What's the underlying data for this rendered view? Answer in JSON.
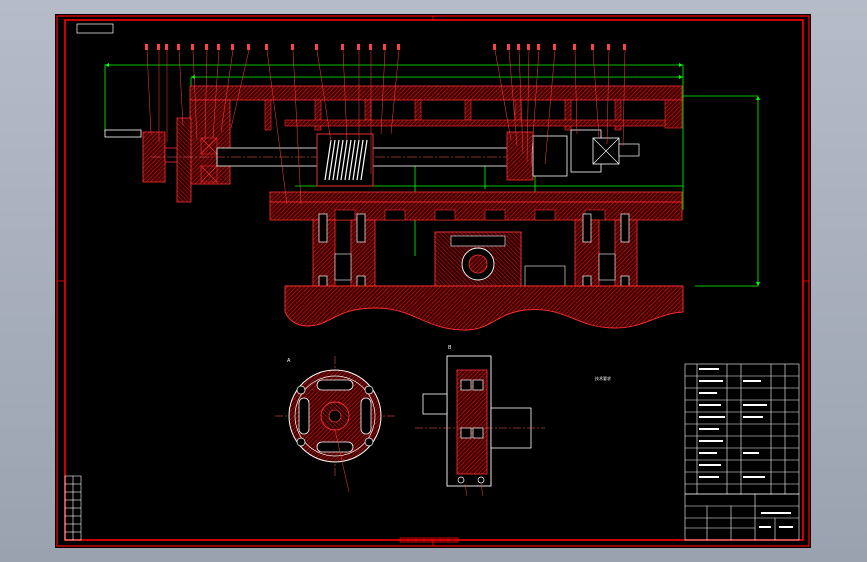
{
  "drawing": {
    "background": "#000000",
    "frame_color": "#ff0000",
    "part_line_color": "#ff2020",
    "hatch_color": "#c00000",
    "dimension_color": "#00ff00",
    "leader_color": "#ff4040",
    "text_color": "#ffffff",
    "title_block_color": "#ffffff",
    "views": {
      "main": {
        "label": ""
      },
      "section_a": {
        "label": "A"
      },
      "section_b": {
        "label": "B"
      }
    },
    "notes": {
      "heading": "技术要求",
      "lines": [
        "",
        "",
        "",
        "",
        ""
      ]
    },
    "title_block": {
      "rows": [
        [
          "",
          "",
          "",
          ""
        ],
        [
          "",
          "",
          "",
          ""
        ],
        [
          "",
          "",
          "",
          ""
        ],
        [
          "",
          "",
          "",
          ""
        ]
      ]
    }
  }
}
